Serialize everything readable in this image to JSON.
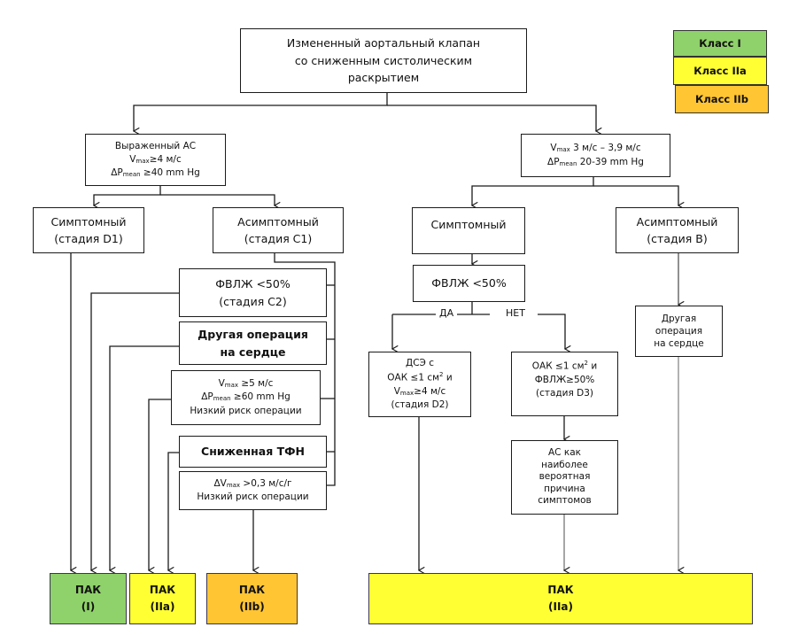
{
  "colors": {
    "class_I": "#8fd16a",
    "class_IIa": "#ffff33",
    "class_IIb": "#ffc533",
    "line": "#1b1b1b"
  },
  "legend": [
    {
      "label": "Класс I",
      "class": "I"
    },
    {
      "label": "Класс IIa",
      "class": "IIa"
    },
    {
      "label": "Класс IIb",
      "class": "IIb"
    }
  ],
  "root": {
    "lines": [
      "Измененный аортальный клапан",
      "со сниженным систолическим",
      "раскрытием"
    ]
  },
  "left": {
    "severe": {
      "line1": "Выраженный АС",
      "line2_v": "V",
      "line2_sub": "max",
      "line2_rest": "≥4 м/с",
      "line3_p": "ΔP",
      "line3_sub": "mean",
      "line3_rest": " ≥40 mm Hg"
    },
    "symptomatic": {
      "line1": "Симптомный",
      "line2": "(стадия D1)"
    },
    "asymptomatic": {
      "line1": "Асимптомный",
      "line2": "(стадия C1)"
    },
    "criteria": [
      {
        "line1": "ФВЛЖ <50%",
        "line2": "(стадия C2)"
      },
      {
        "line1": "Другая операция",
        "line2": "на сердце"
      },
      {
        "v": "V",
        "v_sub": "max",
        "v_rest": " ≥5 м/с",
        "p": "ΔP",
        "p_sub": "mean",
        "p_rest": " ≥60 mm Hg",
        "line3": "Низкий риск операции"
      },
      {
        "line1": "Сниженная ТФН"
      },
      {
        "dv": "ΔV",
        "dv_sub": "max",
        "dv_rest": " >0,3 м/с/г",
        "line2": "Низкий риск операции"
      }
    ]
  },
  "right": {
    "moderate": {
      "v": "V",
      "v_sub": "max",
      "v_rest": " 3 м/с – 3,9 м/с",
      "p": "ΔP",
      "p_sub": "mean",
      "p_rest": " 20-39 mm Hg"
    },
    "symptomatic": {
      "line1": "Симптомный"
    },
    "asymptomatic": {
      "line1": "Асимптомный",
      "line2": "(стадия B)"
    },
    "lvef": {
      "line1": "ФВЛЖ <50%"
    },
    "yes_label": "ДА",
    "no_label": "НЕТ",
    "d2": {
      "line1": "ДСЭ с",
      "line2": "ОАК ≤1 см",
      "line2_sup": "2",
      "line2_rest": " и",
      "v": "V",
      "v_sub": "max",
      "v_rest": "≥4 м/с",
      "line4": "(стадия D2)"
    },
    "d3": {
      "line1": "ОАК ≤1 см",
      "line1_sup": "2",
      "line1_rest": " и",
      "line2": "ФВЛЖ≥50%",
      "line3": "(стадия D3)"
    },
    "cause": {
      "lines": [
        "АС как",
        "наиболее",
        "вероятная",
        "причина",
        "симптомов"
      ]
    },
    "other_op": {
      "lines": [
        "Другая",
        "операция",
        "на сердце"
      ]
    }
  },
  "outcomes": [
    {
      "line1": "ПАК",
      "line2": "(I)",
      "class": "I"
    },
    {
      "line1": "ПАК",
      "line2": "(IIa)",
      "class": "IIa"
    },
    {
      "line1": "ПАК",
      "line2": "(IIb)",
      "class": "IIb"
    },
    {
      "line1": "ПАК",
      "line2": "(IIa)",
      "class": "IIa"
    }
  ]
}
